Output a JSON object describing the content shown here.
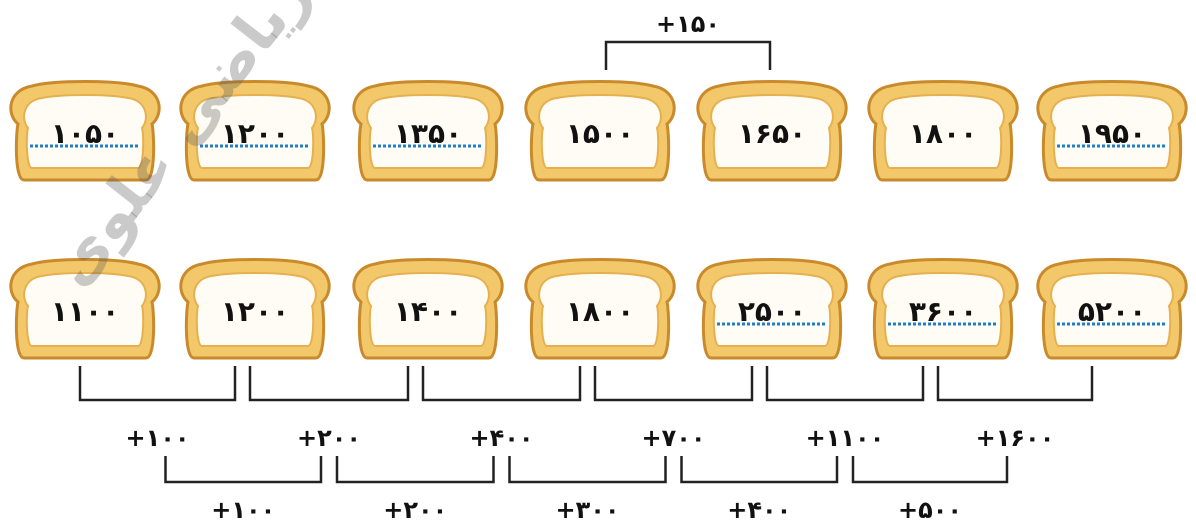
{
  "watermark": "ریاضی علوی",
  "row1": {
    "loaves": [
      {
        "label": "۱۰۵۰",
        "filled_in": true
      },
      {
        "label": "۱۲۰۰",
        "filled_in": true
      },
      {
        "label": "۱۳۵۰",
        "filled_in": true
      },
      {
        "label": "۱۵۰۰",
        "filled_in": false
      },
      {
        "label": "۱۶۵۰",
        "filled_in": false
      },
      {
        "label": "۱۸۰۰",
        "filled_in": false
      },
      {
        "label": "۱۹۵۰",
        "filled_in": true
      }
    ],
    "step_label": "+۱۵۰"
  },
  "row2": {
    "loaves": [
      {
        "label": "۱۱۰۰",
        "filled_in": false
      },
      {
        "label": "۱۲۰۰",
        "filled_in": false
      },
      {
        "label": "۱۴۰۰",
        "filled_in": false
      },
      {
        "label": "۱۸۰۰",
        "filled_in": false
      },
      {
        "label": "۲۵۰۰",
        "filled_in": true
      },
      {
        "label": "۳۶۰۰",
        "filled_in": true
      },
      {
        "label": "۵۲۰۰",
        "filled_in": true
      }
    ],
    "first_differences": [
      "+۱۰۰",
      "+۲۰۰",
      "+۴۰۰",
      "+۷۰۰",
      "+۱۱۰۰",
      "+۱۶۰۰"
    ],
    "second_differences": [
      "+۱۰۰",
      "+۲۰۰",
      "+۳۰۰",
      "+۴۰۰",
      "+۵۰۰"
    ]
  },
  "colors": {
    "crust": "#f3c86b",
    "crust_edge": "#c98a2c",
    "crumb": "#fefcf4",
    "answer_dots": "#1e7fc8"
  }
}
